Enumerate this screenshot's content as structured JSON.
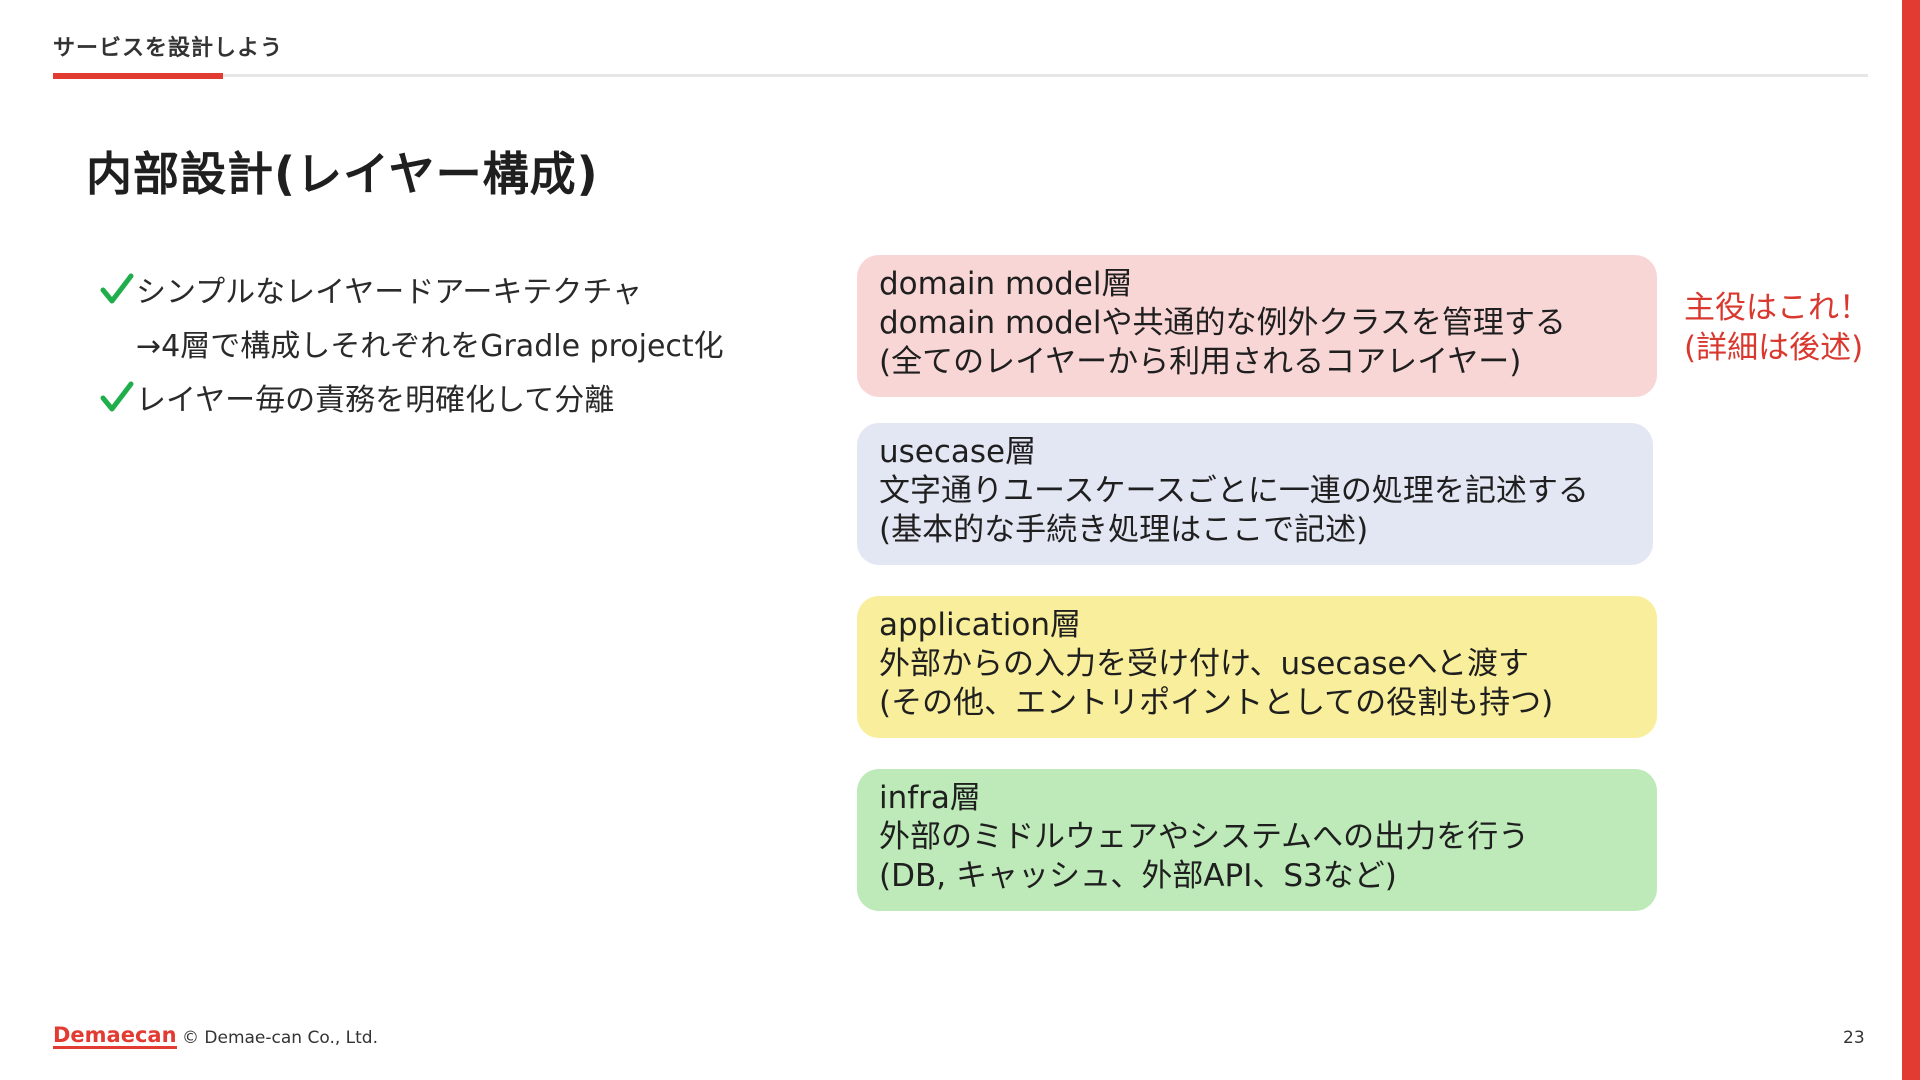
{
  "header": {
    "section_label": "サービスを設計しよう",
    "page_title": "内部設計(レイヤー構成)"
  },
  "bullets": [
    {
      "text": "シンプルなレイヤードアーキテクチャ"
    },
    {
      "sub": "→4層で構成しそれぞれをGradle project化"
    },
    {
      "text": "レイヤー毎の責務を明確化して分離"
    }
  ],
  "layers": [
    {
      "title": "domain model層",
      "line1": "domain modelや共通的な例外クラスを管理する",
      "line2": "(全てのレイヤーから利用されるコアレイヤー)",
      "color": "#f9d6d6"
    },
    {
      "title": "usecase層",
      "line1": "文字通りユースケースごとに一連の処理を記述する",
      "line2": "(基本的な手続き処理はここで記述)",
      "color": "#e3e6f3"
    },
    {
      "title": "application層",
      "line1": "外部からの入力を受け付け、usecaseへと渡す",
      "line2": "(その他、エントリポイントとしての役割も持つ)",
      "color": "#f8ee9b"
    },
    {
      "title": "infra層",
      "line1": "外部のミドルウェアやシステムへの出力を行う",
      "line2": "(DB, キャッシュ、外部API、S3など)",
      "color": "#bdeab8"
    }
  ],
  "note": {
    "line1": "主役はこれ！",
    "line2": "(詳細は後述)",
    "color": "#d9382f"
  },
  "footer": {
    "logo": "Demaecan",
    "copyright": "© Demae-can Co., Ltd.",
    "page_number": "23"
  },
  "colors": {
    "accent": "#e23b32",
    "check": "#1fae4b"
  }
}
